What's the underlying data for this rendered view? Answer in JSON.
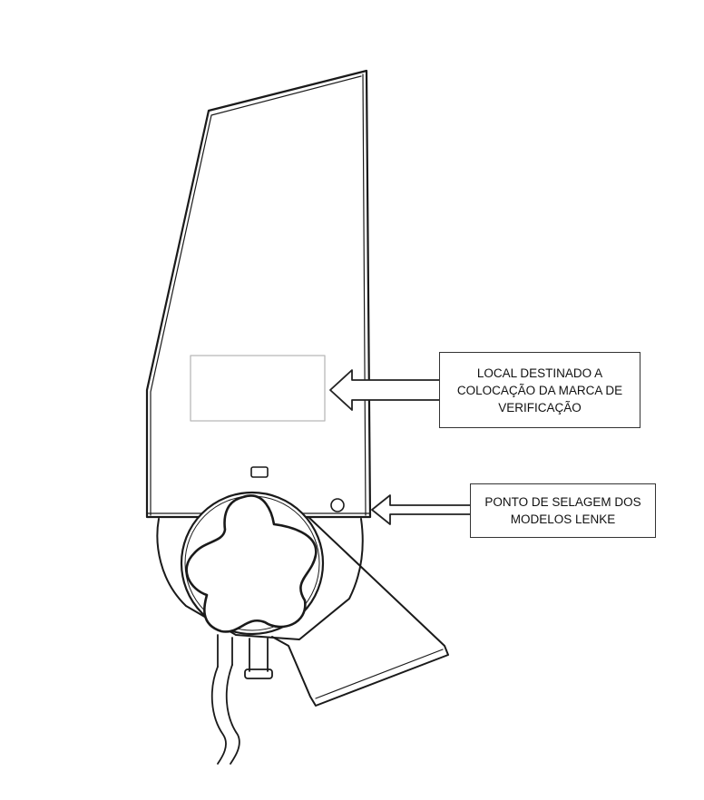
{
  "callouts": {
    "verification_mark": {
      "lines": [
        "LOCAL DESTINADO A",
        "COLOCAÇÃO DA MARCA DE",
        "VERIFICAÇÃO"
      ]
    },
    "sealing_point": {
      "lines": [
        "PONTO DE SELAGEM DOS",
        "MODELOS LENKE"
      ]
    }
  },
  "colors": {
    "line": "#1a1a1a",
    "label_area": "#b8b8b8",
    "arrow": "#222222"
  }
}
